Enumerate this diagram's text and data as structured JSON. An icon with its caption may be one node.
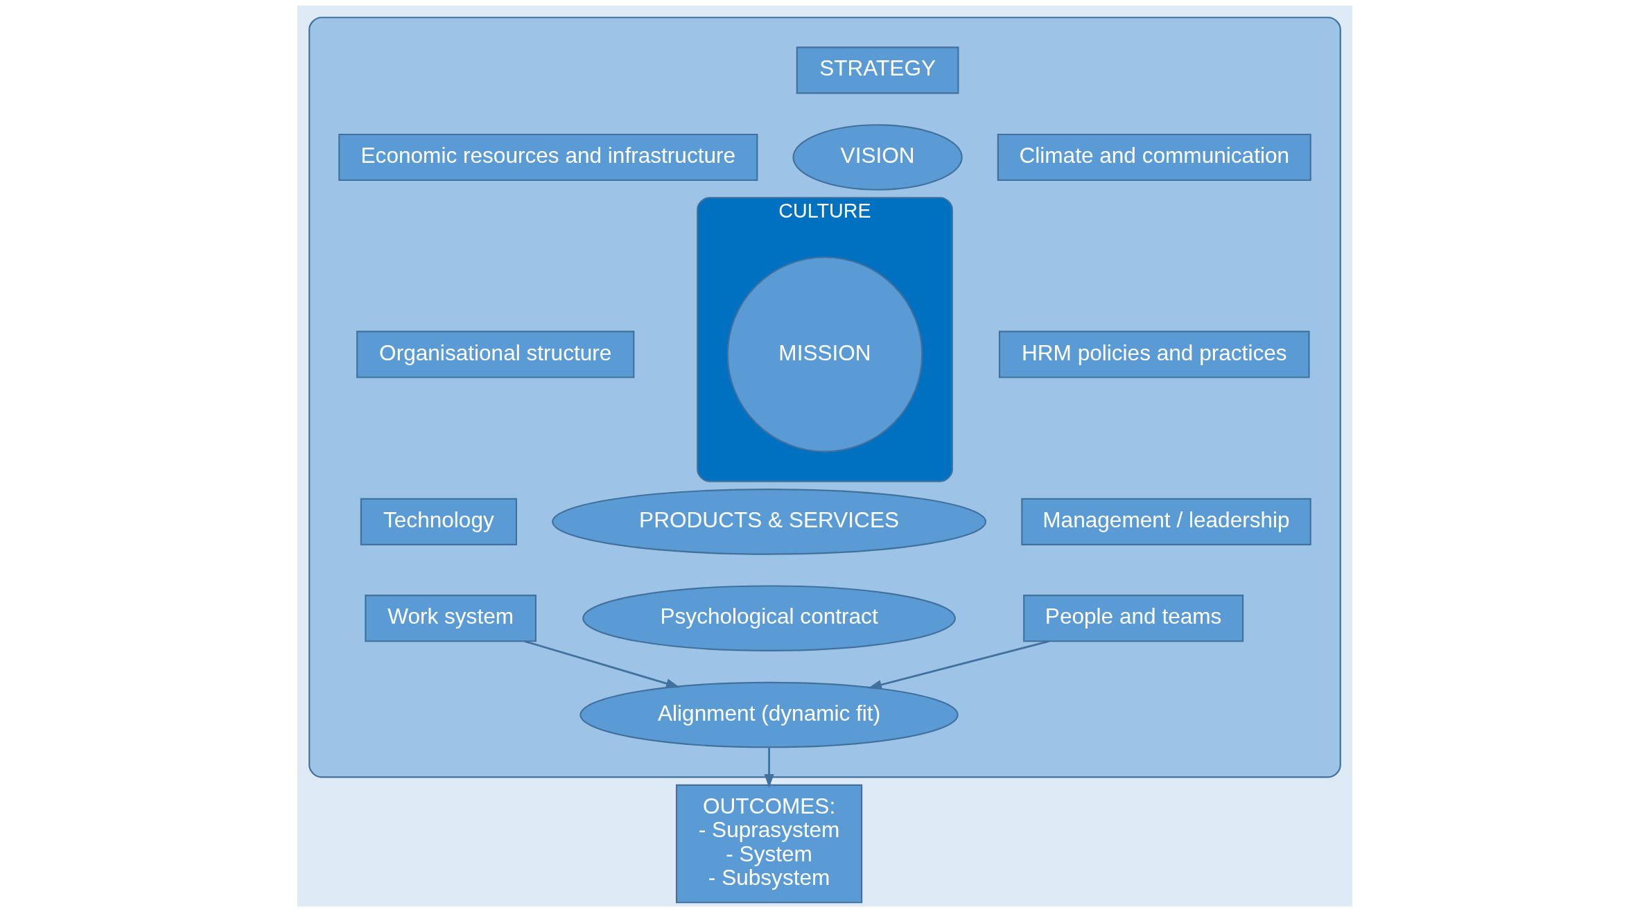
{
  "diagram": {
    "nodes": [
      {
        "text": [],
        "shape": "ellipse"
      },
      {
        "text": [
          "STRATEGY"
        ],
        "in": 0
      },
      {
        "text": [
          "Economic resources and infrastructure"
        ],
        "in": 0
      },
      {
        "text": [
          "VISION"
        ],
        "in": 0
      },
      {
        "text": [
          "Climate and communication"
        ],
        "in": 0
      },
      {
        "text": [
          "Organisational structure"
        ],
        "in": 0
      },
      {
        "text": [
          "CULTURE"
        ],
        "in": 0
      },
      {
        "text": [
          "MISSION"
        ],
        "in": 6
      },
      {
        "text": [
          "HRM policies and practices"
        ],
        "in": 0
      },
      {
        "text": [
          "Technology"
        ],
        "in": 0
      },
      {
        "text": [
          "PRODUCTS & SERVICES"
        ],
        "in": 0
      },
      {
        "text": [
          "Management / leadership"
        ],
        "in": 0
      },
      {
        "text": [
          "Work system"
        ],
        "in": 0
      },
      {
        "text": [
          "Psychological contract"
        ],
        "in": 0
      },
      {
        "text": [
          "People and teams"
        ],
        "in": 0
      },
      {
        "text": [
          "Alignment (dynamic fit)"
        ],
        "in": 0
      },
      {
        "text": [
          "OUTCOMES:",
          "- Suprasystem",
          "- System",
          "- Subsystem"
        ]
      }
    ],
    "edges": [
      {
        "from": 12,
        "to": 15,
        "arrow": "to"
      },
      {
        "from": 14,
        "to": 15,
        "arrow": "to"
      },
      {
        "from": 15,
        "to": 16,
        "arrow": "to"
      }
    ]
  }
}
